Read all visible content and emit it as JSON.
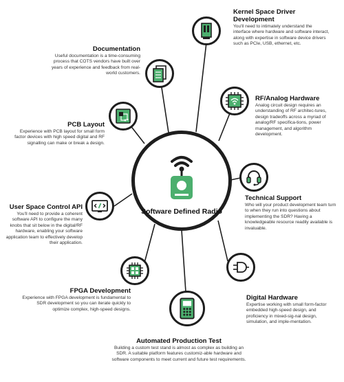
{
  "colors": {
    "accent": "#4caf6e",
    "line": "#1e1e1e",
    "dark": "#1e1e1e"
  },
  "hub": {
    "title": "Software Defined Radio",
    "icon": "radio-transmitter-icon"
  },
  "nodes": {
    "documentation": {
      "title": "Documentation",
      "body": "Useful documentation is a time-consuming process that COTS vendors have built over years of experience and feedback from real-world customers.",
      "icon": "document-stack-icon"
    },
    "kernel": {
      "title": "Kernel Space Driver Development",
      "body": "You'll need to intimately understand the interface where hardware and software interact, along with expertise in software device drivers such as PCIe, USB, ethernet, etc.",
      "icon": "pcie-card-icon"
    },
    "rf": {
      "title": "RF/Analog Hardware",
      "body": "Analog circuit design requires an understanding of RF architec-tures, design tradeoffs across a myriad of analog/RF specifica-tions, power management, and algorithm development.",
      "icon": "rf-chip-icon"
    },
    "pcb": {
      "title": "PCB Layout",
      "body": "Experience with PCB layout for small form factor devices with high speed digital and RF signalling can make or break a design.",
      "icon": "pcb-board-icon"
    },
    "support": {
      "title": "Technical Support",
      "body": "Who will your product development team turn to when they run into questions about implementing the SDR? Having a knowledgeable resource readily available is invaluable.",
      "icon": "headset-icon"
    },
    "userspace": {
      "title": "User Space Control API",
      "body": "You'll need to provide a coherent software API to configure the many knobs that sit below in the digital/RF hardware, enabling your software application team to effectively develop their application.",
      "icon": "code-window-icon"
    },
    "digital": {
      "title": "Digital Hardware",
      "body": "Expertise working with small form-factor embedded high-speed design, and proficiency in mixed-sig-nal design, simulation, and imple-mentation.",
      "icon": "logic-gate-icon"
    },
    "fpga": {
      "title": "FPGA Development",
      "body": "Experience with FPGA development is fundamental to SDR development so you can iterate quickly to optimize complex, high-speed designs.",
      "icon": "fpga-chip-icon"
    },
    "test": {
      "title": "Automated Production Test",
      "body": "Building a custom test stand is almost as complex as building an SDR. A suitable platform features customiz-able hardware and software components to meet current and future test requirements.",
      "icon": "test-equipment-icon"
    }
  }
}
